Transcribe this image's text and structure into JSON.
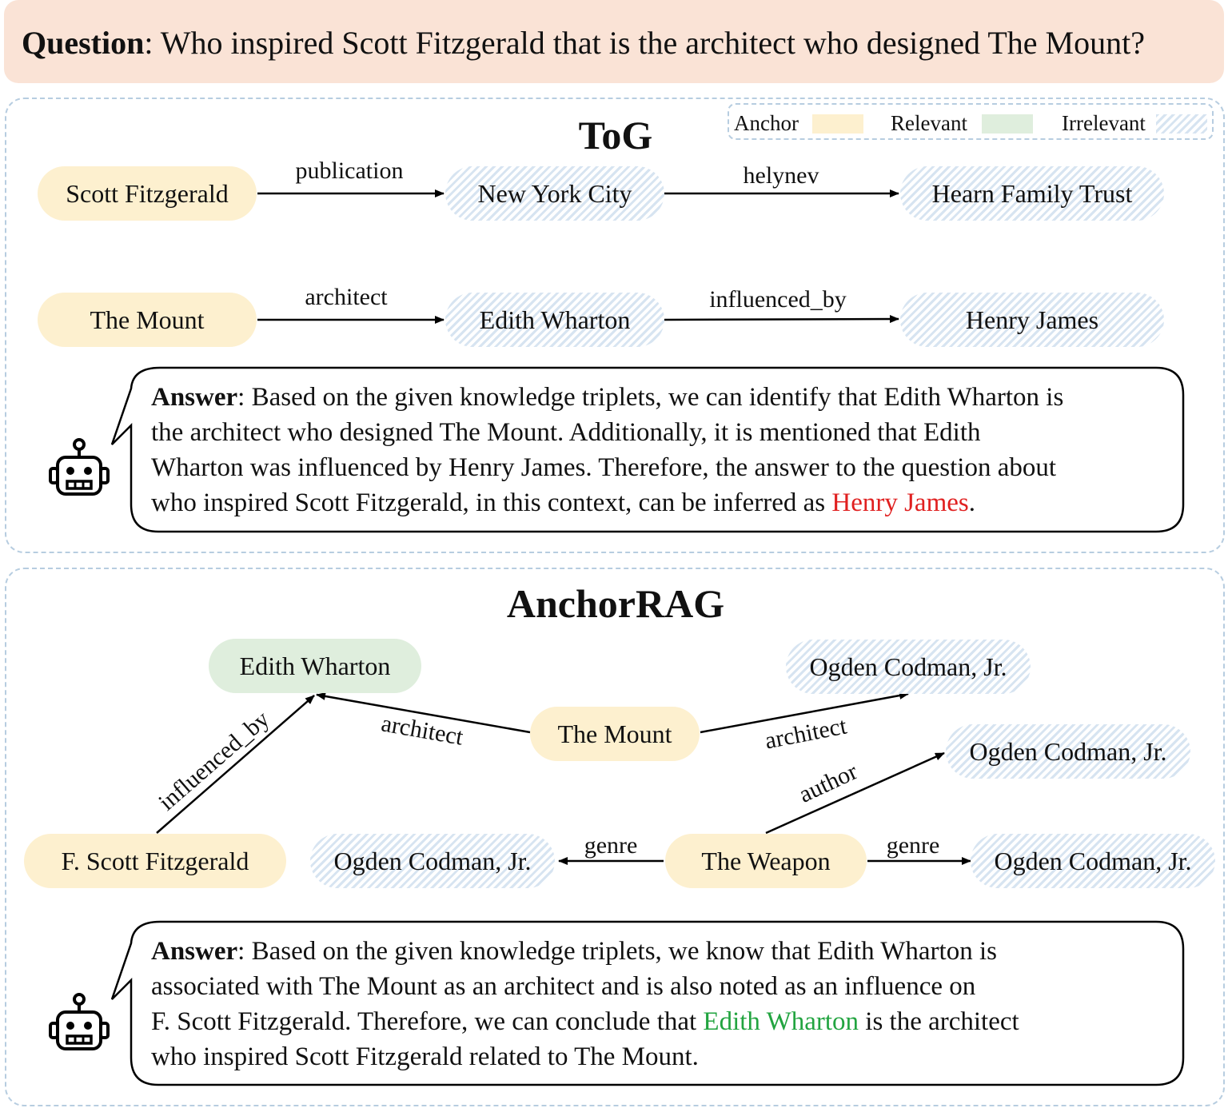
{
  "question": {
    "label": "Question",
    "text": ": Who inspired Scott Fitzgerald that is the architect who designed The Mount?"
  },
  "legend": {
    "anchor": "Anchor",
    "relevant": "Relevant",
    "irrelevant": "Irrelevant"
  },
  "colors": {
    "anchor": "#fdf0cf",
    "relevant": "#dfeedd",
    "irrelevant_stripe": "#d7e4f1",
    "question_bg": "#fae3d6",
    "wrong_answer": "#e02020",
    "right_answer": "#22a440"
  },
  "tog": {
    "title": "ToG",
    "nodes": {
      "scott_fitzgerald": "Scott Fitzgerald",
      "new_york_city": "New York City",
      "hearn_family_trust": "Hearn Family Trust",
      "the_mount": "The Mount",
      "edith_wharton": "Edith Wharton",
      "henry_james": "Henry James"
    },
    "edges": {
      "publication": "publication",
      "helynev": "helynev",
      "architect": "architect",
      "influenced_by": "influenced_by"
    },
    "answer": {
      "label": "Answer",
      "line1": ": Based on the given knowledge triplets, we can identify that Edith Wharton is",
      "line2": "the architect who designed The Mount. Additionally, it is mentioned that Edith",
      "line3": "Wharton was influenced by Henry James. Therefore, the answer to the question about",
      "line4_pre": "who inspired Scott Fitzgerald, in this context, can be inferred as ",
      "line4_hl": "Henry James",
      "line4_post": "."
    }
  },
  "anchorrag": {
    "title": "AnchorRAG",
    "nodes": {
      "edith_wharton": "Edith Wharton",
      "ogden_top": "Ogden Codman, Jr.",
      "the_mount": "The Mount",
      "ogden_mid": "Ogden Codman, Jr.",
      "f_scott_fitzgerald": "F. Scott Fitzgerald",
      "ogden_left": "Ogden Codman, Jr.",
      "the_weapon": "The Weapon",
      "ogden_right": "Ogden Codman, Jr."
    },
    "edges": {
      "influenced_by": "influenced_by",
      "architect_left": "architect",
      "architect_right": "architect",
      "author": "author",
      "genre_left": "genre",
      "genre_right": "genre"
    },
    "answer": {
      "label": "Answer",
      "line1": ": Based on the given knowledge triplets, we know that Edith Wharton is",
      "line2": "associated with The Mount as an architect and is also noted as an influence on",
      "line3_pre": "F. Scott Fitzgerald. Therefore, we can conclude that ",
      "line3_hl": "Edith Wharton",
      "line3_post": " is the architect",
      "line4": "who inspired Scott Fitzgerald related to The Mount."
    }
  },
  "icons": {
    "robot": "robot-icon"
  }
}
